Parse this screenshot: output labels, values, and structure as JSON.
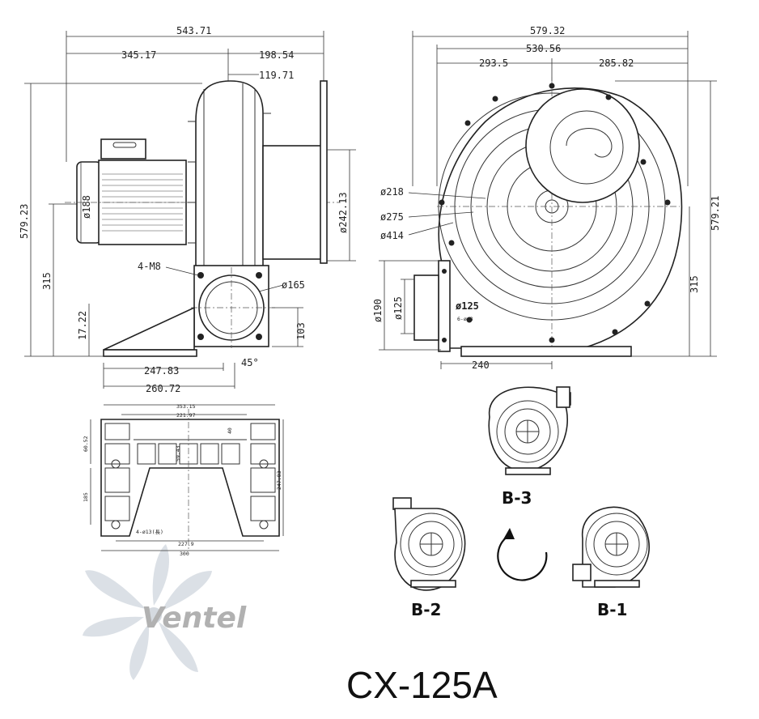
{
  "model": "CX-125A",
  "brand": "Ventel",
  "side_view": {
    "overall_length": "543.71",
    "motor_side": "345.17",
    "outlet_side": "198.54",
    "flange_offset": "119.71",
    "height": "579.23",
    "motor_dia": "ø188",
    "inlet_dia": "ø242.13",
    "outlet_height": "315",
    "bolt_spec": "4-M8",
    "flange_dia": "ø165",
    "flange_offset_v": "103",
    "foot_height": "17.22",
    "base_a": "247.83",
    "base_b": "260.72",
    "angle": "45°"
  },
  "front_view": {
    "overall_width": "579.32",
    "inner_width": "530.56",
    "left": "293.5",
    "right": "285.82",
    "height": "579.21",
    "d1": "ø218",
    "d2": "ø275",
    "d3": "ø414",
    "outlet_h": "315",
    "flange_od": "ø190",
    "flange_id": "ø125",
    "outlet_label": "ø125",
    "outlet_sub": "6-ø 8",
    "base_w": "240"
  },
  "base_plate": {
    "overall": "353.15",
    "inner": "221.97",
    "top_gap": "40",
    "left_top": "60.52",
    "left_bottom": "185",
    "center": "59.43",
    "right_h": "247.83",
    "holes": "4-ø13(長)",
    "bottom_inner": "227.9",
    "bottom_overall": "300"
  },
  "orientations": [
    "B-3",
    "B-2",
    "B-1"
  ]
}
